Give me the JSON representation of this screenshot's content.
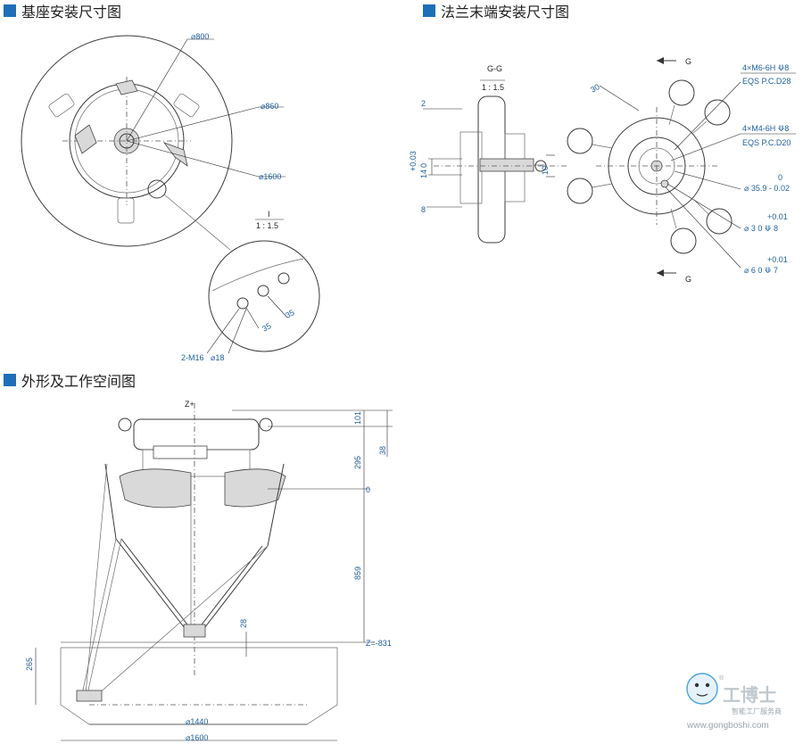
{
  "sections": {
    "base": "基座安装尺寸图",
    "flange": "法兰末端安装尺寸图",
    "workspace": "外形及工作空间图"
  },
  "base_dims": {
    "d800": "⌀800",
    "d860": "⌀860",
    "d1600": "⌀1600",
    "detail_label": "I",
    "detail_scale": "1 : 1.5",
    "dist1": "35",
    "dist2": "35",
    "m16": "2-M16",
    "d18": "⌀18"
  },
  "flange_dims": {
    "section_label": "G-G",
    "section_scale": "1 : 1.5",
    "dim2": "2",
    "tol_plus": "+0.03",
    "tol_zero": "0",
    "dim14": "14",
    "dim8": "8",
    "dim10": "10",
    "angle30": "30",
    "g_top": "G",
    "g_bottom": "G",
    "holes_m6": "4×M6-6H ⟱8",
    "eqs_28": "EQS  P.C.D28",
    "holes_m4": "4×M4-6H ⟱8",
    "eqs_20": "EQS  P.C.D20",
    "bore_zero": "0",
    "bore": "⌀ 35.9 - 0.02",
    "pin3_tol": "+0.01",
    "pin3": "⌀ 3    0    ⟱ 8",
    "pin6_tol": "+0.01",
    "pin6": "⌀ 6    0    ⟱ 7"
  },
  "workspace_dims": {
    "zplus": "Z+",
    "d101": "101",
    "d38": "38",
    "d295": "295",
    "zero": "0",
    "d859": "859",
    "d28": "28",
    "zneg": "Z=-831",
    "d265": "265",
    "d1440": "⌀1440",
    "d1600": "⌀1600"
  },
  "watermark": {
    "brand": "工博士",
    "tagline": "智能工厂服务商",
    "url": "www.gongboshi.com",
    "reg": "®"
  },
  "colors": {
    "accent": "#1d6fb8",
    "dim_text": "#1f5f9e",
    "line": "#3a3a3a"
  }
}
